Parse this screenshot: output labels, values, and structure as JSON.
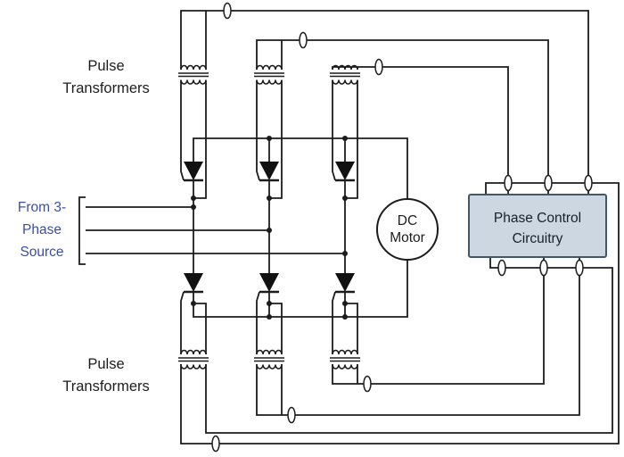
{
  "diagram": {
    "type": "circuit-schematic",
    "labels": {
      "pulse_transformers_top": "Pulse Transformers",
      "pulse_transformers_bottom": "Pulse Transformers",
      "source": "From 3-Phase Source",
      "motor": "DC Motor",
      "phase_control": "Phase Control Circuitry"
    },
    "colors": {
      "wire": "#1c1c1c",
      "source_label_text": "#3b4fa0",
      "phase_control_box_fill": "#ccd7e2",
      "phase_control_box_border": "#44566b",
      "background": "#ffffff"
    },
    "counts": {
      "top_pulse_transformers": 3,
      "bottom_pulse_transformers": 3,
      "top_thyristors": 3,
      "bottom_thyristors": 3,
      "phase_input_lines": 3
    }
  }
}
